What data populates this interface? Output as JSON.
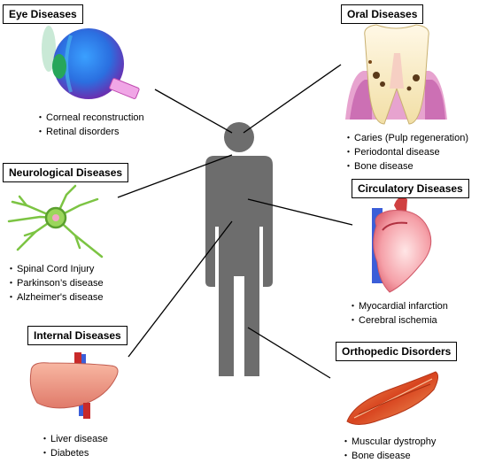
{
  "categories": [
    {
      "id": "eye",
      "title": "Eye Diseases",
      "items": [
        "Corneal reconstruction",
        "Retinal disorders"
      ]
    },
    {
      "id": "oral",
      "title": "Oral Diseases",
      "items": [
        "Caries (Pulp regeneration)",
        "Periodontal disease",
        "Bone disease"
      ]
    },
    {
      "id": "neuro",
      "title": "Neurological Diseases",
      "items": [
        "Spinal Cord Injury",
        "Parkinson’s disease",
        "Alzheimer's disease"
      ]
    },
    {
      "id": "circ",
      "title": "Circulatory Diseases",
      "items": [
        "Myocardial infarction",
        "Cerebral ischemia"
      ]
    },
    {
      "id": "internal",
      "title": "Internal Diseases",
      "items": [
        "Liver disease",
        "Diabetes"
      ]
    },
    {
      "id": "ortho",
      "title": "Orthopedic Disorders",
      "items": [
        "Muscular dystrophy",
        "Bone disease"
      ]
    }
  ],
  "icons": {
    "center": "human-silhouette-icon",
    "eye": "eyeball-icon",
    "oral": "tooth-icon",
    "neuro": "neuron-icon",
    "circ": "heart-icon",
    "internal": "liver-icon",
    "ortho": "muscle-icon"
  },
  "colors": {
    "silhouette": "#6d6d6d",
    "connector": "#000000"
  }
}
